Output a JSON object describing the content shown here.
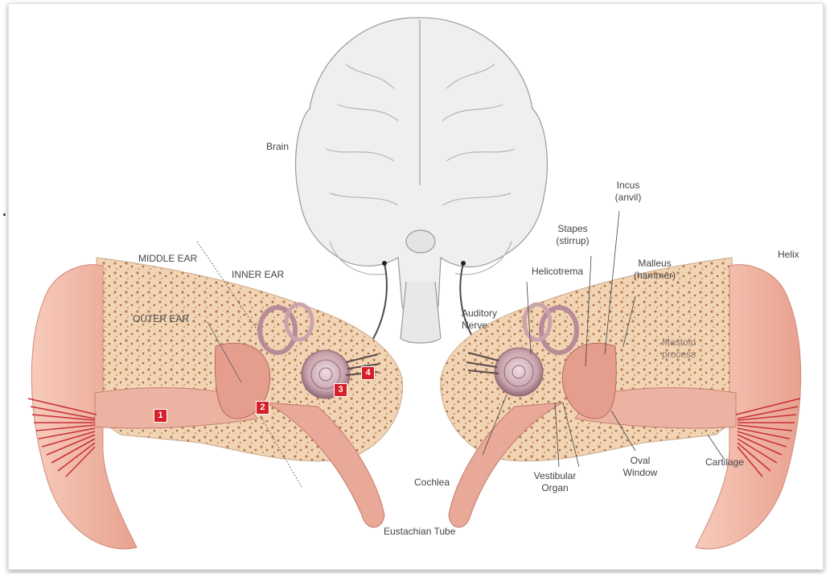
{
  "labels": {
    "brain": "Brain",
    "middle_ear": "MIDDLE EAR",
    "inner_ear": "INNER EAR",
    "outer_ear": "OUTER EAR",
    "eustachian_tube": "Eustachian Tube",
    "cochlea": "Cochlea",
    "auditory_nerve": "Auditory\nNerve",
    "helicotrema": "Helicotrema",
    "stapes": "Stapes\n(stirrup)",
    "incus": "Incus\n(anvil)",
    "malleus": "Malleus\n(hammer)",
    "helix": "Helix",
    "mastoid": "Mastoid\nprocess",
    "vestibular": "Vestibular\nOrgan",
    "oval_window": "Oval\nWindow",
    "cartilage": "Cartilage"
  },
  "badges": {
    "b1": "1",
    "b2": "2",
    "b3": "3",
    "b4": "4"
  },
  "side_mark": ".",
  "colors": {
    "skin": "#f2b7a4",
    "skin_dark": "#d98a78",
    "bone": "#f3dcc0",
    "bone_spots": "#b8794f",
    "canal": "#e9a595",
    "cochlea": "#c9a3ad",
    "brain": "#d9d9d9",
    "badge": "#d5202a",
    "sound_waves": "#c9303a"
  }
}
